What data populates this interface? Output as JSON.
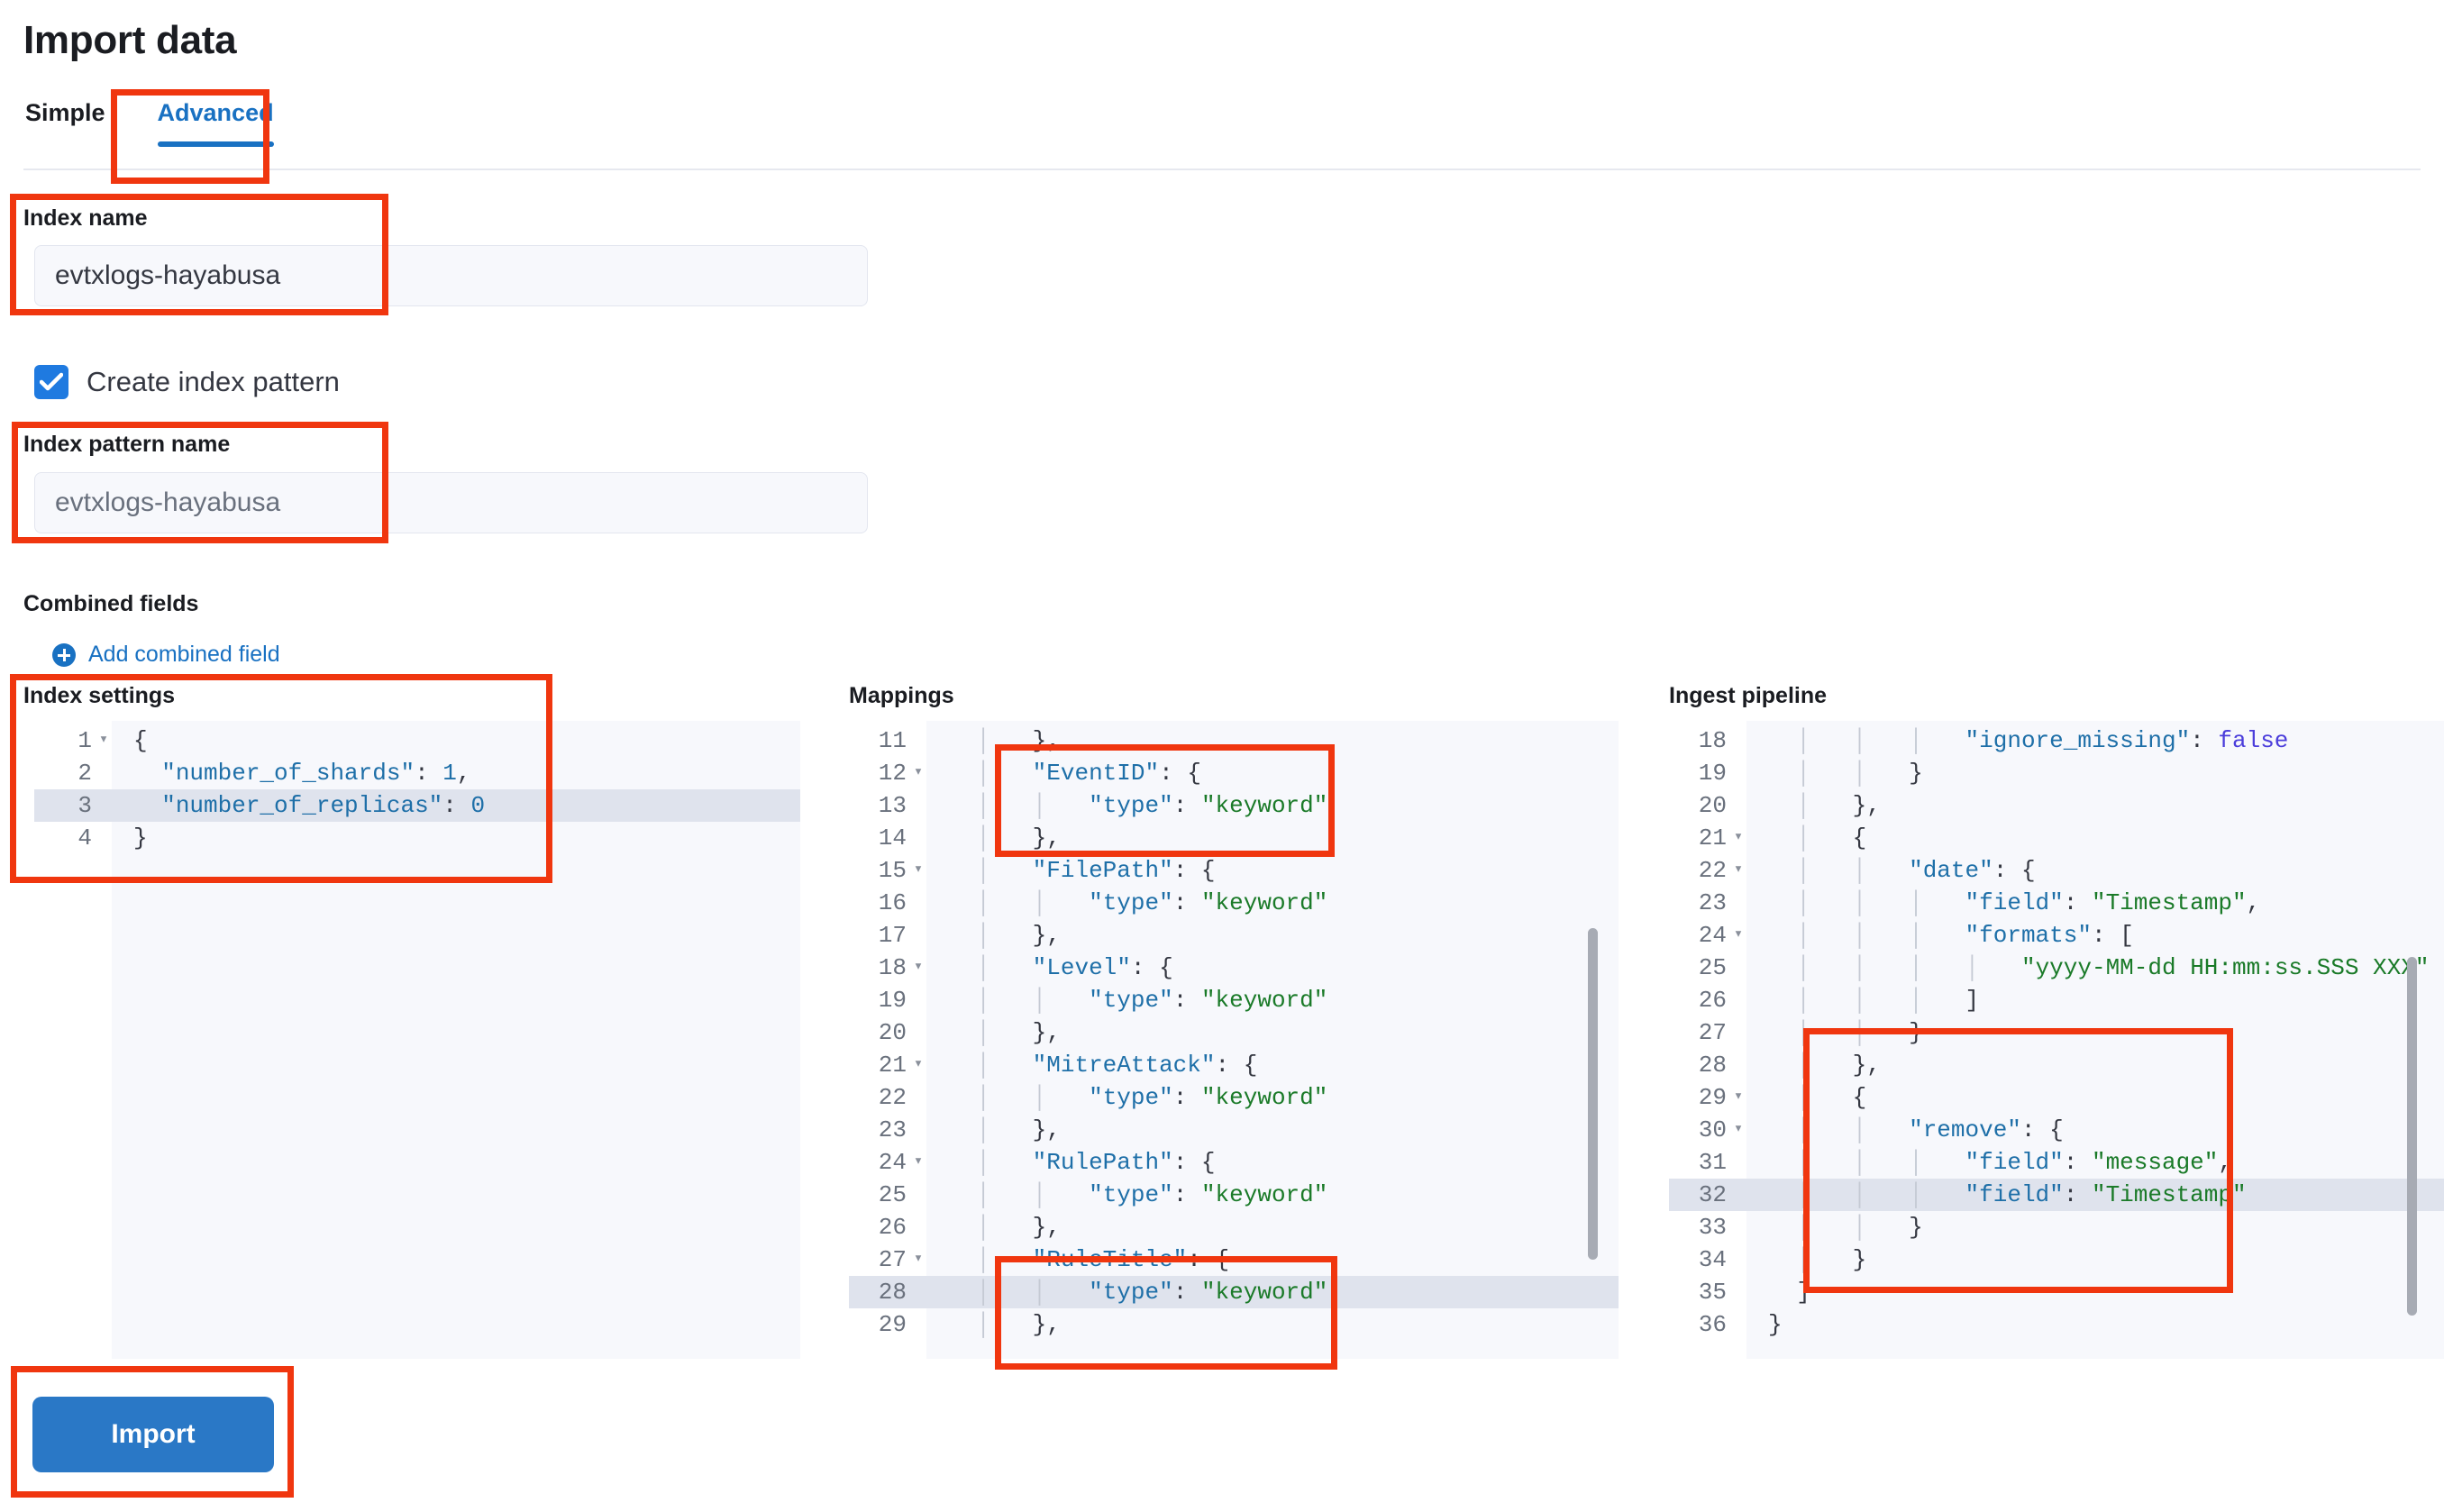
{
  "header": {
    "title": "Import data"
  },
  "tabs": [
    {
      "label": "Simple",
      "active": false
    },
    {
      "label": "Advanced",
      "active": true
    }
  ],
  "form": {
    "index_name": {
      "label": "Index name",
      "value": "evtxlogs-hayabusa"
    },
    "create_index_pattern": {
      "label": "Create index pattern",
      "checked": true
    },
    "index_pattern_name": {
      "label": "Index pattern name",
      "value": "evtxlogs-hayabusa"
    },
    "combined_fields": {
      "label": "Combined fields",
      "add_link": "Add combined field"
    }
  },
  "editors": {
    "index_settings": {
      "title": "Index settings",
      "lines": [
        {
          "num": "1",
          "fold": "▾",
          "code": "{"
        },
        {
          "num": "2",
          "fold": "",
          "code": "  \"number_of_shards\": 1,"
        },
        {
          "num": "3",
          "fold": "",
          "code": "  \"number_of_replicas\": 0",
          "highlight": true
        },
        {
          "num": "4",
          "fold": "",
          "code": "}"
        }
      ]
    },
    "mappings": {
      "title": "Mappings",
      "lines": [
        {
          "num": "11",
          "fold": "",
          "code": "  │   },"
        },
        {
          "num": "12",
          "fold": "▾",
          "code": "  │   \"EventID\": {"
        },
        {
          "num": "13",
          "fold": "",
          "code": "  │   │   \"type\": \"keyword\""
        },
        {
          "num": "14",
          "fold": "",
          "code": "  │   },"
        },
        {
          "num": "15",
          "fold": "▾",
          "code": "  │   \"FilePath\": {"
        },
        {
          "num": "16",
          "fold": "",
          "code": "  │   │   \"type\": \"keyword\""
        },
        {
          "num": "17",
          "fold": "",
          "code": "  │   },"
        },
        {
          "num": "18",
          "fold": "▾",
          "code": "  │   \"Level\": {"
        },
        {
          "num": "19",
          "fold": "",
          "code": "  │   │   \"type\": \"keyword\""
        },
        {
          "num": "20",
          "fold": "",
          "code": "  │   },"
        },
        {
          "num": "21",
          "fold": "▾",
          "code": "  │   \"MitreAttack\": {"
        },
        {
          "num": "22",
          "fold": "",
          "code": "  │   │   \"type\": \"keyword\""
        },
        {
          "num": "23",
          "fold": "",
          "code": "  │   },"
        },
        {
          "num": "24",
          "fold": "▾",
          "code": "  │   \"RulePath\": {"
        },
        {
          "num": "25",
          "fold": "",
          "code": "  │   │   \"type\": \"keyword\""
        },
        {
          "num": "26",
          "fold": "",
          "code": "  │   },"
        },
        {
          "num": "27",
          "fold": "▾",
          "code": "  │   \"RuleTitle\": {"
        },
        {
          "num": "28",
          "fold": "",
          "code": "  │   │   \"type\": \"keyword\"",
          "highlight": true
        },
        {
          "num": "29",
          "fold": "",
          "code": "  │   },"
        }
      ]
    },
    "ingest_pipeline": {
      "title": "Ingest pipeline",
      "lines": [
        {
          "num": "18",
          "fold": "",
          "code": "  │   │   │   \"ignore_missing\": false"
        },
        {
          "num": "19",
          "fold": "",
          "code": "  │   │   }"
        },
        {
          "num": "20",
          "fold": "",
          "code": "  │   },"
        },
        {
          "num": "21",
          "fold": "▾",
          "code": "  │   {"
        },
        {
          "num": "22",
          "fold": "▾",
          "code": "  │   │   \"date\": {"
        },
        {
          "num": "23",
          "fold": "",
          "code": "  │   │   │   \"field\": \"Timestamp\","
        },
        {
          "num": "24",
          "fold": "▾",
          "code": "  │   │   │   \"formats\": ["
        },
        {
          "num": "25",
          "fold": "",
          "code": "  │   │   │   │   \"yyyy-MM-dd HH:mm:ss.SSS XXX\""
        },
        {
          "num": "26",
          "fold": "",
          "code": "  │   │   │   ]"
        },
        {
          "num": "27",
          "fold": "",
          "code": "  │   │   }"
        },
        {
          "num": "28",
          "fold": "",
          "code": "  │   },"
        },
        {
          "num": "29",
          "fold": "▾",
          "code": "  │   {"
        },
        {
          "num": "30",
          "fold": "▾",
          "code": "  │   │   \"remove\": {"
        },
        {
          "num": "31",
          "fold": "",
          "code": "  │   │   │   \"field\": \"message\","
        },
        {
          "num": "32",
          "fold": "",
          "code": "  │   │   │   \"field\": \"Timestamp\"",
          "highlight": true
        },
        {
          "num": "33",
          "fold": "",
          "code": "  │   │   }"
        },
        {
          "num": "34",
          "fold": "",
          "code": "  │   }"
        },
        {
          "num": "35",
          "fold": "",
          "code": "  ]"
        },
        {
          "num": "36",
          "fold": "",
          "code": "}"
        }
      ]
    }
  },
  "actions": {
    "import_label": "Import"
  },
  "colors": {
    "accent": "#1971c2",
    "primary_button": "#2a78c6",
    "annotation": "#f0360f",
    "checkbox": "#1f7ae0",
    "code_key": "#1e6fa8",
    "code_string": "#1a7a28",
    "code_boolean": "#4b3ddb"
  },
  "annotations": [
    {
      "name": "advanced-tab-highlight"
    },
    {
      "name": "index-name-highlight"
    },
    {
      "name": "index-pattern-name-highlight"
    },
    {
      "name": "index-settings-highlight"
    },
    {
      "name": "mappings-eventid-highlight"
    },
    {
      "name": "mappings-ruletitle-highlight"
    },
    {
      "name": "ingest-remove-highlight"
    },
    {
      "name": "import-button-highlight"
    }
  ]
}
